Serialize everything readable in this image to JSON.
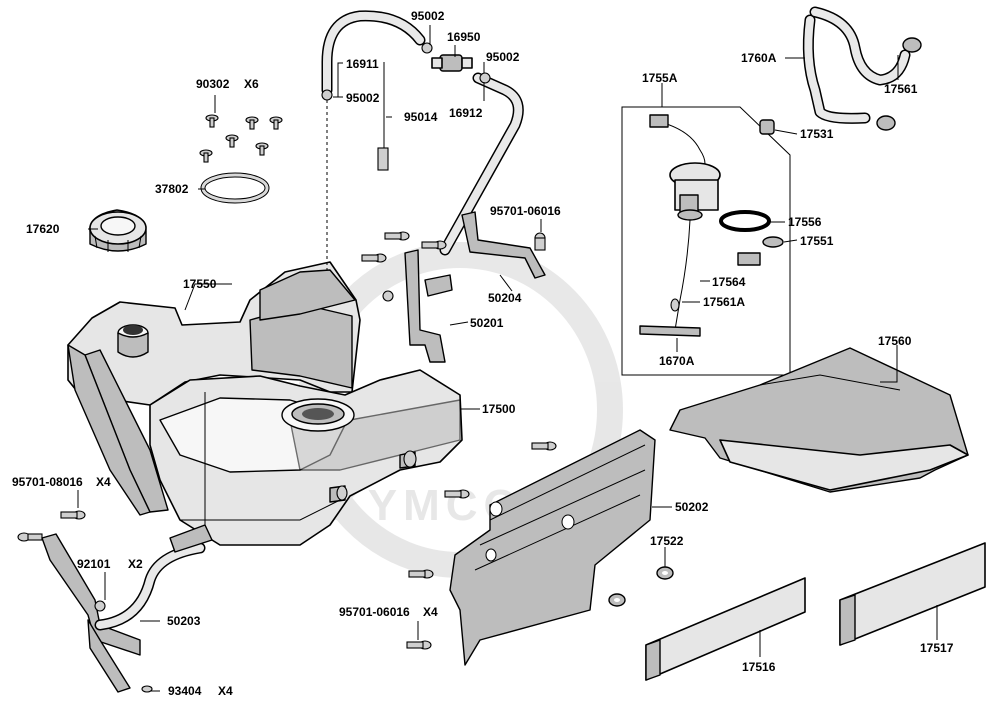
{
  "watermark": "KYMCO",
  "parts": [
    {
      "id": "p17620",
      "text": "17620"
    },
    {
      "id": "p90302",
      "text": "90302"
    },
    {
      "id": "p90302q",
      "text": "X6"
    },
    {
      "id": "p37802",
      "text": "37802"
    },
    {
      "id": "p17550",
      "text": "17550"
    },
    {
      "id": "p16911",
      "text": "16911"
    },
    {
      "id": "p95002a",
      "text": "95002"
    },
    {
      "id": "p95002b",
      "text": "95002"
    },
    {
      "id": "p95002c",
      "text": "95002"
    },
    {
      "id": "p16950",
      "text": "16950"
    },
    {
      "id": "p16912",
      "text": "16912"
    },
    {
      "id": "p95014",
      "text": "95014"
    },
    {
      "id": "p1755A",
      "text": "1755A"
    },
    {
      "id": "p1760A",
      "text": "1760A"
    },
    {
      "id": "p17561",
      "text": "17561"
    },
    {
      "id": "p17531",
      "text": "17531"
    },
    {
      "id": "p17556",
      "text": "17556"
    },
    {
      "id": "p17551",
      "text": "17551"
    },
    {
      "id": "p17564",
      "text": "17564"
    },
    {
      "id": "p17561A",
      "text": "17561A"
    },
    {
      "id": "p1670A",
      "text": "1670A"
    },
    {
      "id": "p95701_06016a",
      "text": "95701-06016"
    },
    {
      "id": "p50204",
      "text": "50204"
    },
    {
      "id": "p50201",
      "text": "50201"
    },
    {
      "id": "p17500",
      "text": "17500"
    },
    {
      "id": "p17560",
      "text": "17560"
    },
    {
      "id": "p95701_08016",
      "text": "95701-08016"
    },
    {
      "id": "p95701_08016q",
      "text": "X4"
    },
    {
      "id": "p92101",
      "text": "92101"
    },
    {
      "id": "p92101q",
      "text": "X2"
    },
    {
      "id": "p50203",
      "text": "50203"
    },
    {
      "id": "p93404",
      "text": "93404"
    },
    {
      "id": "p93404q",
      "text": "X4"
    },
    {
      "id": "p50202",
      "text": "50202"
    },
    {
      "id": "p17522",
      "text": "17522"
    },
    {
      "id": "p95701_06016b",
      "text": "95701-06016"
    },
    {
      "id": "p95701_06016bq",
      "text": "X4"
    },
    {
      "id": "p17516",
      "text": "17516"
    },
    {
      "id": "p17517",
      "text": "17517"
    }
  ]
}
